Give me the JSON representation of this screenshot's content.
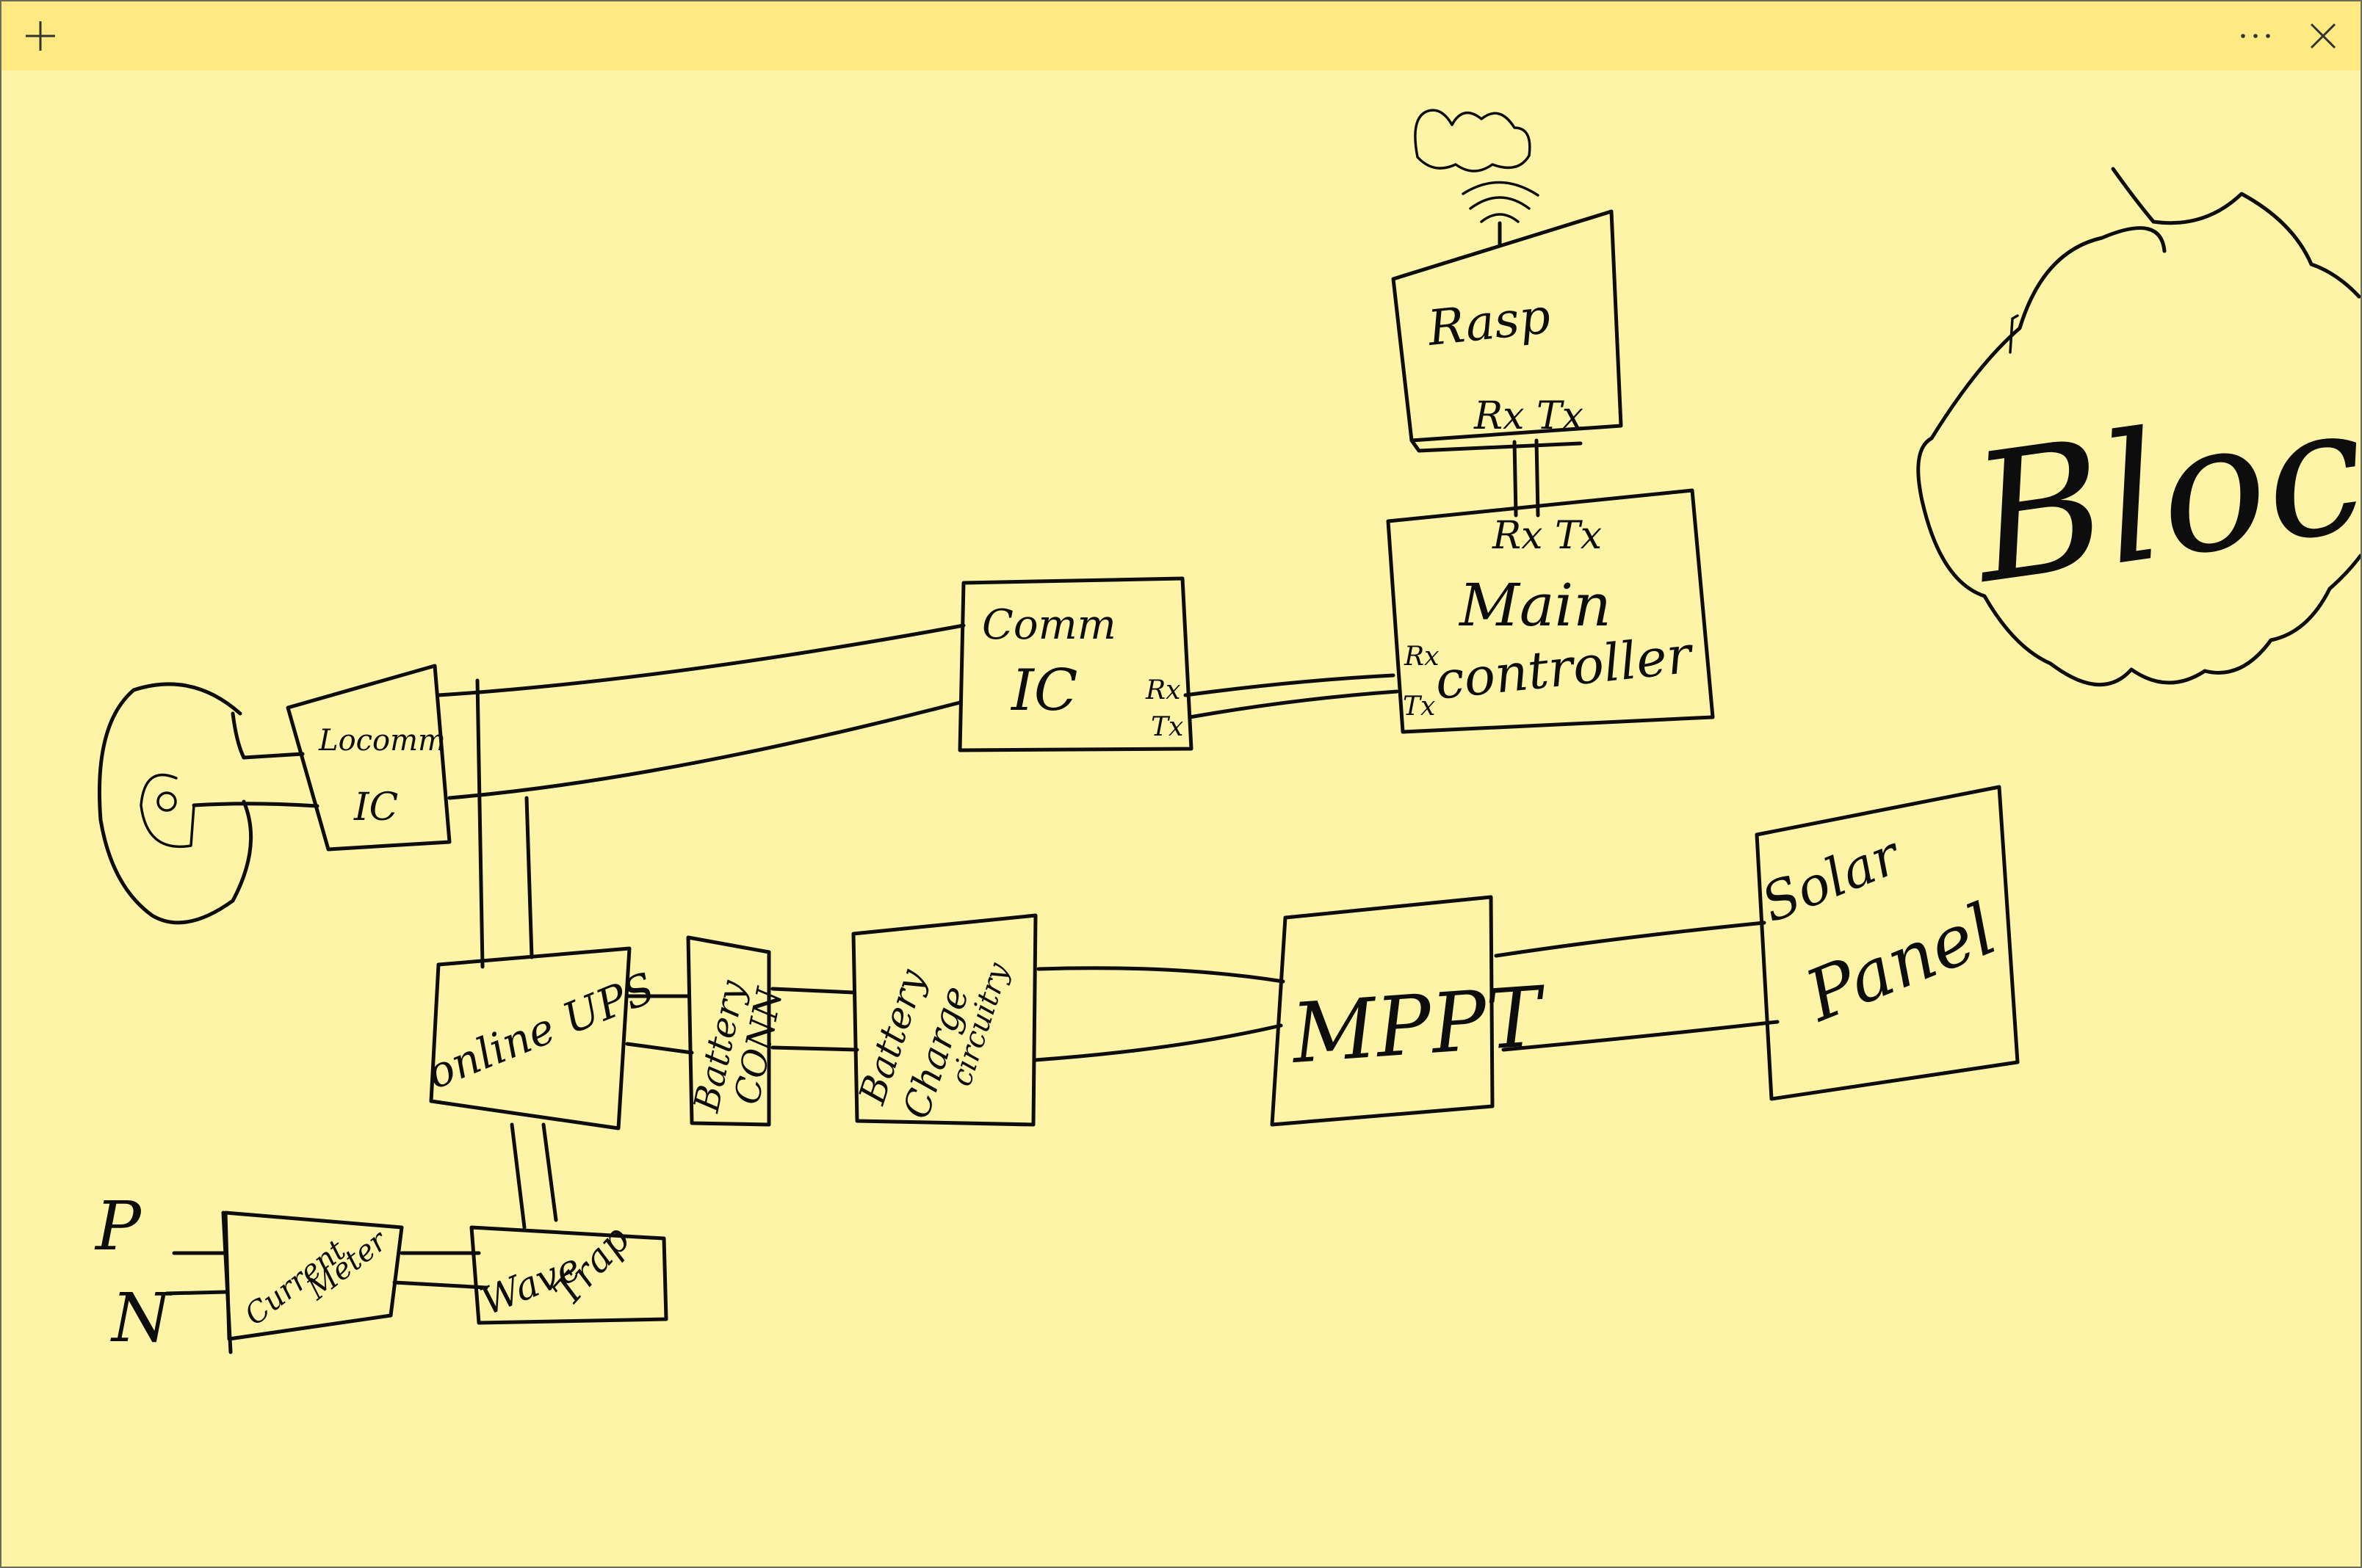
{
  "window": {
    "new_note_icon": "plus-icon",
    "more_icon": "ellipsis-icon",
    "close_icon": "close-icon"
  },
  "colors": {
    "titlebar": "#fee982",
    "note_background": "#fef4a8",
    "ink": "#0d0d0d"
  },
  "sketch": {
    "raspi": {
      "label": "Rasp",
      "pins": "Rx Tx"
    },
    "main_controller": {
      "label_line1": "Main",
      "label_line2": "controller",
      "pins_top": "Rx Tx",
      "pin_rx": "Rx",
      "pin_tx": "Tx"
    },
    "comm_ic": {
      "label_line1": "Comm",
      "label_line2": "IC",
      "pin_rx": "Rx",
      "pin_tx": "Tx"
    },
    "blocked_cloud": {
      "label": "Blocked"
    },
    "lo_comm_ic": {
      "label_line1": "Locomm",
      "label_line2": "IC"
    },
    "online_ups": {
      "label": "online UPS"
    },
    "battery_conn": {
      "label_line1": "Battery",
      "label_line2": "CONN"
    },
    "battery_charging": {
      "label_line1": "Battery",
      "label_line2": "Charge",
      "label_line3": "circuitry"
    },
    "mppt": {
      "label": "MPPT"
    },
    "solar_panel": {
      "label_line1": "Solar",
      "label_line2": "Panel"
    },
    "current_meter": {
      "label_line1": "Current",
      "label_line2": "Meter"
    },
    "wave_trap": {
      "label_line1": "Wave",
      "label_line2": "Trap"
    },
    "pn": {
      "p": "P",
      "n": "N"
    }
  }
}
